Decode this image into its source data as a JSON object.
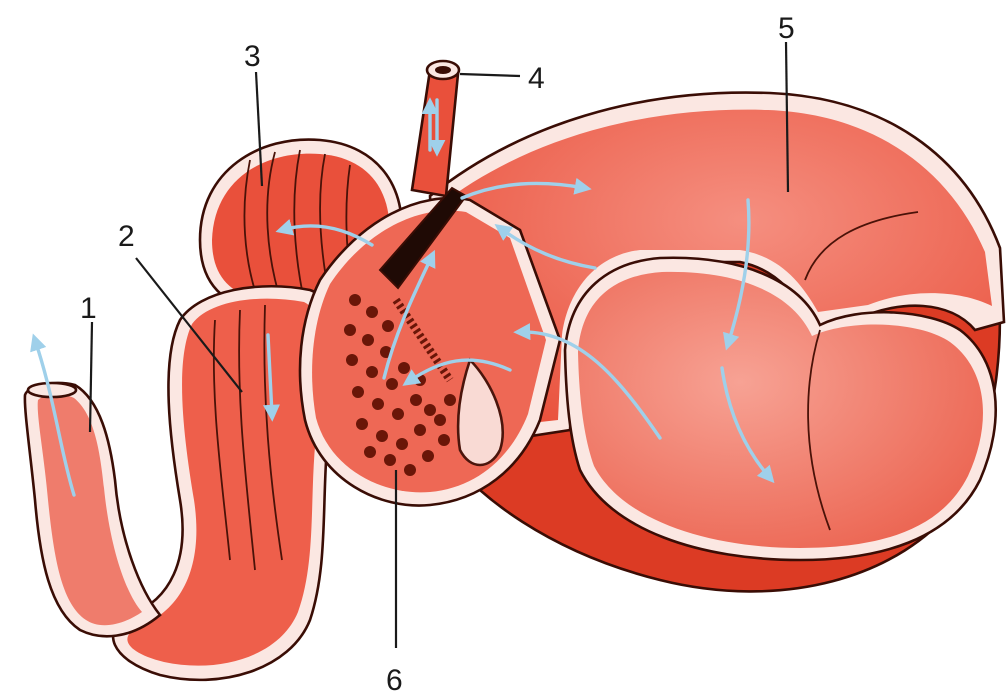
{
  "diagram": {
    "labels": [
      "1",
      "2",
      "3",
      "4",
      "5",
      "6"
    ],
    "colors": {
      "tissue": "#ee5f4b",
      "tissue_light": "#f58f80",
      "tissue_dark": "#dc3b24",
      "membrane": "#fbe7e2",
      "outline": "#3a0d05",
      "flow_arrows": "#9fd0ea",
      "glands": "#6a1608"
    },
    "icons": [
      "flow-arrow-icon"
    ]
  }
}
